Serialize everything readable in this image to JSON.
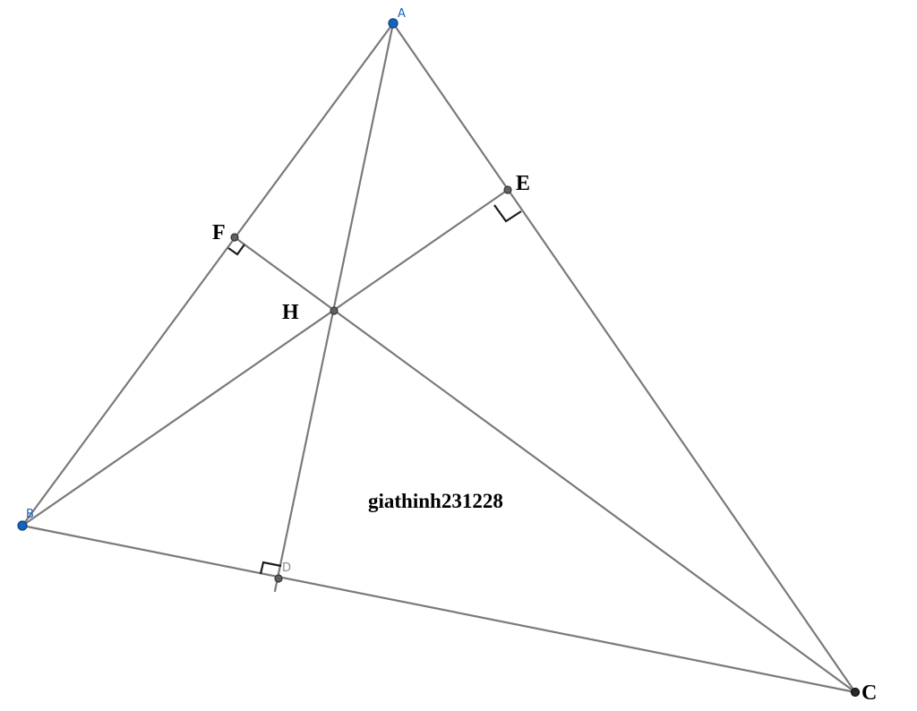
{
  "points": {
    "A": {
      "label": "A",
      "color": "#1565c0"
    },
    "B": {
      "label": "B",
      "color": "#1565c0"
    },
    "C": {
      "label": "C",
      "color": "#000000"
    },
    "D": {
      "label": "D",
      "color": "#8a8a8a"
    },
    "E": {
      "label": "E",
      "color": "#000000"
    },
    "F": {
      "label": "F",
      "color": "#000000"
    },
    "H": {
      "label": "H",
      "color": "#000000"
    }
  },
  "watermark": "giathinh231228",
  "colors": {
    "line": "#7a7a7a",
    "right_angle_mark": "#1a1a1a",
    "free_point": "#1565c0",
    "dependent_point": "#616161"
  }
}
